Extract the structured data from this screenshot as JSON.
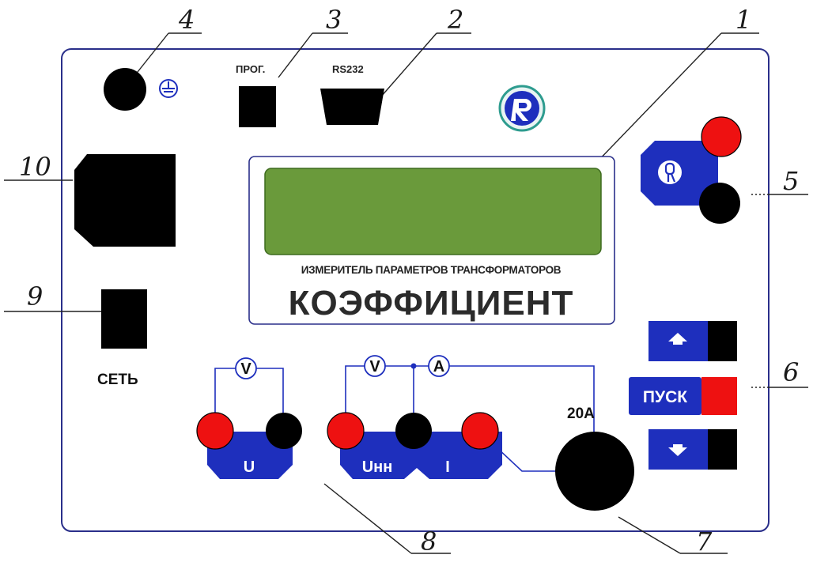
{
  "callouts": {
    "c1": "1",
    "c2": "2",
    "c3": "3",
    "c4": "4",
    "c5": "5",
    "c6": "6",
    "c7": "7",
    "c8": "8",
    "c9": "9",
    "c10": "10"
  },
  "ports": {
    "prog_label": "ПРОГ.",
    "rs232_label": "RS232"
  },
  "display": {
    "caption": "ИЗМЕРИТЕЛЬ ПАРАМЕТРОВ ТРАНСФОРМАТОРОВ",
    "brand": "КОЭФФИЦИЕНТ",
    "screen_color": "#6a9a3b"
  },
  "power": {
    "label": "СЕТЬ"
  },
  "terminals": {
    "u_label": "U",
    "unn_label": "Uнн",
    "i_label": "I",
    "meter_v": "V",
    "meter_v2": "V",
    "meter_a": "A",
    "current_label": "20A"
  },
  "controls": {
    "start_label": "ПУСК"
  },
  "icons": {
    "ground": "ground-symbol-icon",
    "logo": "company-logo-icon",
    "probe": "probe-icon",
    "up": "arrow-up-icon",
    "down": "arrow-down-icon"
  },
  "colors": {
    "terminal_blue": "#1e2fbd",
    "terminal_red": "#ee1111",
    "black": "#000000",
    "logo_ring": "#2e9c8f"
  }
}
